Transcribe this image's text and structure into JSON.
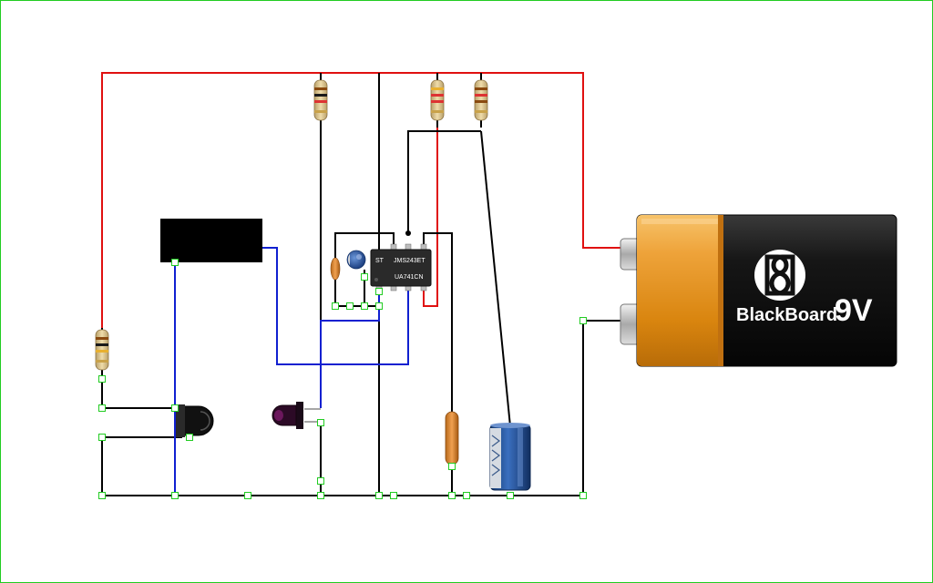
{
  "battery": {
    "brand": "BlackBoard",
    "voltage": "9V",
    "logo_icon": "blackboard-logo-icon"
  },
  "opamp": {
    "manufacturer": "ST",
    "part_top": "JMS243ET",
    "part_bottom": "UA741CN"
  },
  "colors": {
    "positive_wire": "#e01010",
    "signal_wire": "#1020d0",
    "ground_wire": "#000000",
    "node_marker": "#22cc22",
    "frame": "#22cc22",
    "battery_orange": "#e8951c",
    "battery_black": "#141414",
    "capacitor_blue": "#1f4f9a",
    "resistor_body": "#d8c08a"
  }
}
